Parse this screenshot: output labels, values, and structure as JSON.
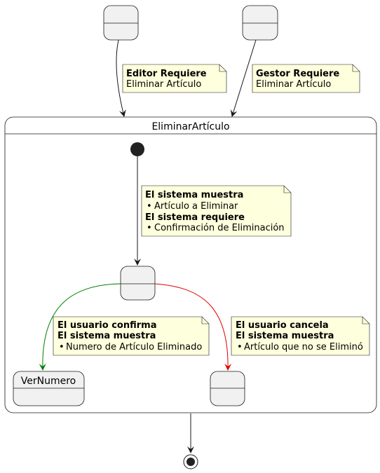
{
  "colors": {
    "state_fill": "#F1F1F1",
    "stroke": "#181818",
    "note_fill": "#FEFFDD",
    "confirm_arrow": "#008000",
    "cancel_arrow": "#E00000"
  },
  "composite": {
    "title": "EliminarArtículo"
  },
  "states": {
    "ver_numero": "VerNumero"
  },
  "notes": {
    "editor": {
      "bold": "Editor Requiere",
      "text": "Eliminar Artículo"
    },
    "gestor": {
      "bold": "Gestor Requiere",
      "text": "Eliminar Artículo"
    },
    "sistema": {
      "bold1": "El sistema muestra",
      "bullet1": "Artículo a Eliminar",
      "bold2": "El sistema requiere",
      "bullet2": "Confirmación de Eliminación"
    },
    "confirma": {
      "bold1": "El usuario confirma",
      "bold2": "El sistema muestra",
      "bullet": "Numero de Artículo Eliminado"
    },
    "cancela": {
      "bold1": "El usuario cancela",
      "bold2": "El sistema muestra",
      "bullet": "Artículo que no se Eliminó"
    }
  }
}
